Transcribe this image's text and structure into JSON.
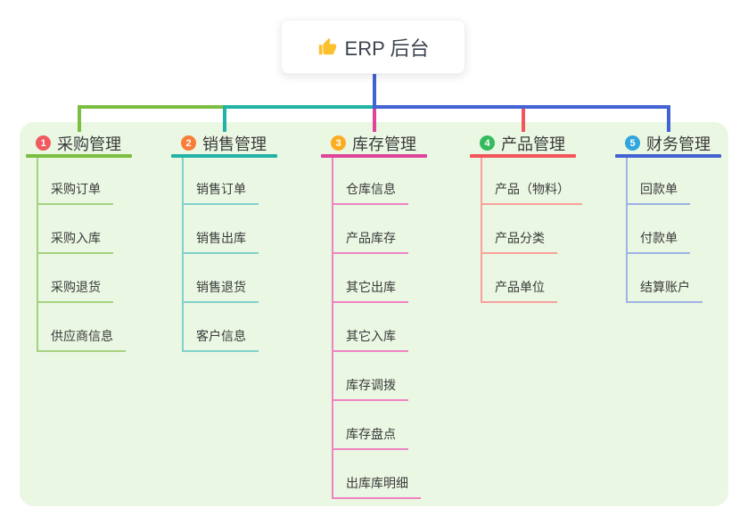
{
  "root": {
    "title": "ERP 后台",
    "icon": "thumbs-up-icon",
    "line_color": "#4363D4"
  },
  "panel_color": "#EAF7E3",
  "branches": [
    {
      "badge": "1",
      "title": "采购管理",
      "badge_color": "#F1595F",
      "line_color": "#7CBE41",
      "line_color_light": "#A6D17F",
      "items": [
        "采购订单",
        "采购入库",
        "采购退货",
        "供应商信息"
      ]
    },
    {
      "badge": "2",
      "title": "销售管理",
      "badge_color": "#F97C38",
      "line_color": "#22B3A6",
      "line_color_light": "#7FD2CA",
      "items": [
        "销售订单",
        "销售出库",
        "销售退货",
        "客户信息"
      ]
    },
    {
      "badge": "3",
      "title": "库存管理",
      "badge_color": "#E0459C",
      "badge_fill": "#FBAD21",
      "line_color": "#E0459C",
      "line_color_light": "#F083C3",
      "items": [
        "仓库信息",
        "产品库存",
        "其它出库",
        "其它入库",
        "库存调拨",
        "库存盘点",
        "出库库明细"
      ]
    },
    {
      "badge": "4",
      "title": "产品管理",
      "badge_color": "#36BA5E",
      "line_color": "#F2555C",
      "line_color_light": "#F8A09B",
      "items": [
        "产品（物料）",
        "产品分类",
        "产品单位"
      ]
    },
    {
      "badge": "5",
      "title": "财务管理",
      "badge_color": "#30A6DE",
      "line_color": "#4363D4",
      "line_color_light": "#9FB3E5",
      "items": [
        "回款单",
        "付款单",
        "结算账户"
      ]
    }
  ]
}
